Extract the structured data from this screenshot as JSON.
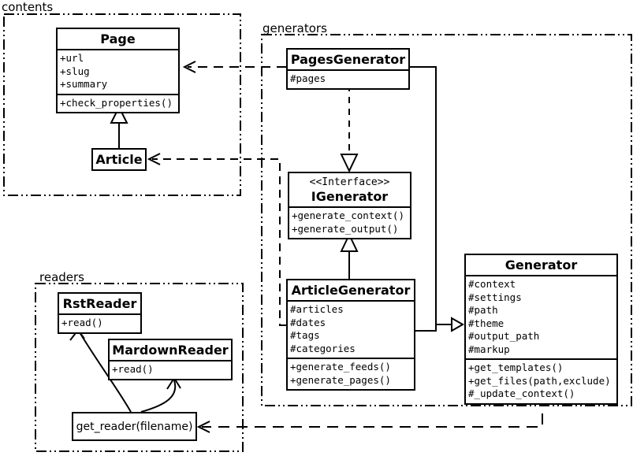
{
  "packages": {
    "contents": {
      "label": "contents"
    },
    "generators": {
      "label": "generators"
    },
    "readers": {
      "label": "readers"
    }
  },
  "classes": {
    "page": {
      "title": "Page",
      "attributes": [
        "+url",
        "+slug",
        "+summary"
      ],
      "methods": [
        "+check_properties()"
      ]
    },
    "article": {
      "title": "Article"
    },
    "pages_generator": {
      "title": "PagesGenerator",
      "attributes": [
        "#pages"
      ]
    },
    "igenerator": {
      "stereotype": "<<Interface>>",
      "title": "IGenerator",
      "methods": [
        "+generate_context()",
        "+generate_output()"
      ]
    },
    "article_generator": {
      "title": "ArticleGenerator",
      "attributes": [
        "#articles",
        "#dates",
        "#tags",
        "#categories"
      ],
      "methods": [
        "+generate_feeds()",
        "+generate_pages()"
      ]
    },
    "generator": {
      "title": "Generator",
      "attributes": [
        "#context",
        "#settings",
        "#path",
        "#theme",
        "#output_path",
        "#markup"
      ],
      "methods": [
        "+get_templates()",
        "+get_files(path,exclude)",
        "#_update_context()"
      ]
    },
    "rst_reader": {
      "title": "RstReader",
      "methods": [
        "+read()"
      ]
    },
    "mardown_reader": {
      "title": "MardownReader",
      "methods": [
        "+read()"
      ]
    },
    "get_reader": {
      "title": "get_reader(filename)"
    }
  },
  "relationships": [
    {
      "from": "Article",
      "to": "Page",
      "type": "inheritance",
      "style": "solid"
    },
    {
      "from": "PagesGenerator",
      "to": "Page",
      "type": "dependency",
      "style": "dashed"
    },
    {
      "from": "ArticleGenerator",
      "to": "Article",
      "type": "dependency",
      "style": "dashed"
    },
    {
      "from": "PagesGenerator",
      "to": "IGenerator",
      "type": "realization",
      "style": "dashed"
    },
    {
      "from": "ArticleGenerator",
      "to": "IGenerator",
      "type": "inheritance",
      "style": "solid"
    },
    {
      "from": "PagesGenerator",
      "to": "Generator",
      "type": "inheritance",
      "style": "solid"
    },
    {
      "from": "ArticleGenerator",
      "to": "Generator",
      "type": "inheritance",
      "style": "solid"
    },
    {
      "from": "Generator",
      "to": "get_reader(filename)",
      "type": "dependency",
      "style": "dashed"
    },
    {
      "from": "get_reader(filename)",
      "to": "RstReader",
      "type": "association",
      "style": "solid-curve"
    },
    {
      "from": "get_reader(filename)",
      "to": "MardownReader",
      "type": "association",
      "style": "solid-curve"
    }
  ],
  "colors": {
    "line": "#000000",
    "background": "#ffffff",
    "box_fill": "#ffffff"
  }
}
